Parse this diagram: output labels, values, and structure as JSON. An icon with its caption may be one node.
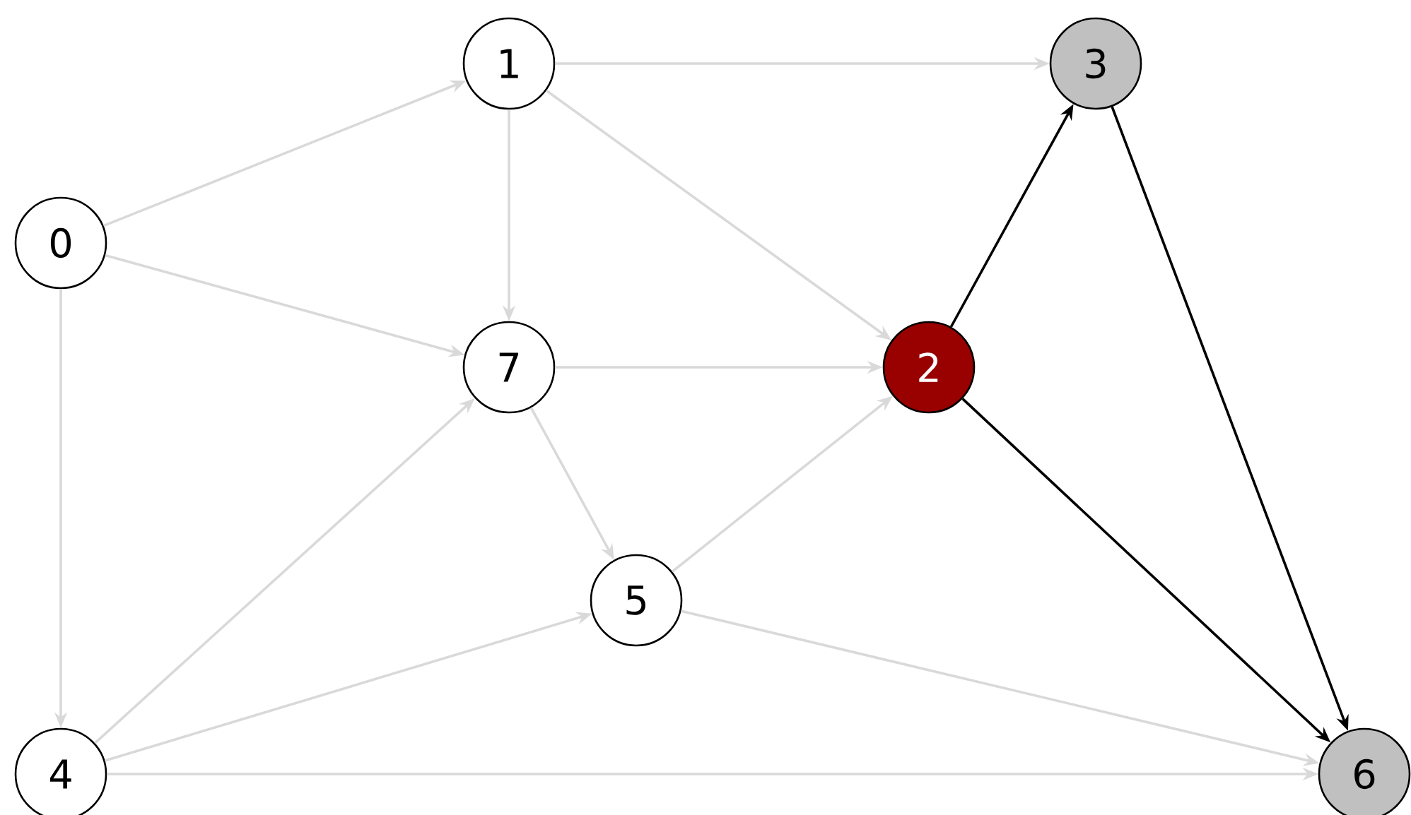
{
  "diagram": {
    "nodes": [
      {
        "text": [
          "1"
        ]
      },
      {
        "text": [
          "3"
        ]
      },
      {
        "text": [
          "0"
        ]
      },
      {
        "text": [
          "7"
        ]
      },
      {
        "text": [
          "2"
        ]
      },
      {
        "text": [
          "5"
        ]
      },
      {
        "text": [
          "4"
        ]
      },
      {
        "text": [
          "6"
        ]
      }
    ],
    "edges": [
      {
        "from": 2,
        "to": 0,
        "arrow": "to"
      },
      {
        "from": 2,
        "to": 3,
        "arrow": "to"
      },
      {
        "from": 2,
        "to": 6,
        "arrow": "to"
      },
      {
        "from": 0,
        "to": 1,
        "arrow": "to"
      },
      {
        "from": 0,
        "to": 3,
        "arrow": "to"
      },
      {
        "from": 0,
        "to": 4,
        "arrow": "to"
      },
      {
        "from": 3,
        "to": 4,
        "arrow": "to"
      },
      {
        "from": 3,
        "to": 5,
        "arrow": "to"
      },
      {
        "from": 5,
        "to": 4,
        "arrow": "to"
      },
      {
        "from": 5,
        "to": 7,
        "arrow": "to"
      },
      {
        "from": 6,
        "to": 3,
        "arrow": "to"
      },
      {
        "from": 6,
        "to": 5,
        "arrow": "to"
      },
      {
        "from": 6,
        "to": 7,
        "arrow": "to"
      },
      {
        "from": 4,
        "to": 1,
        "arrow": "to",
        "color": "#000000"
      },
      {
        "from": 4,
        "to": 7,
        "arrow": "to",
        "color": "#000000"
      },
      {
        "from": 1,
        "to": 7,
        "arrow": "to",
        "color": "#000000"
      }
    ]
  }
}
